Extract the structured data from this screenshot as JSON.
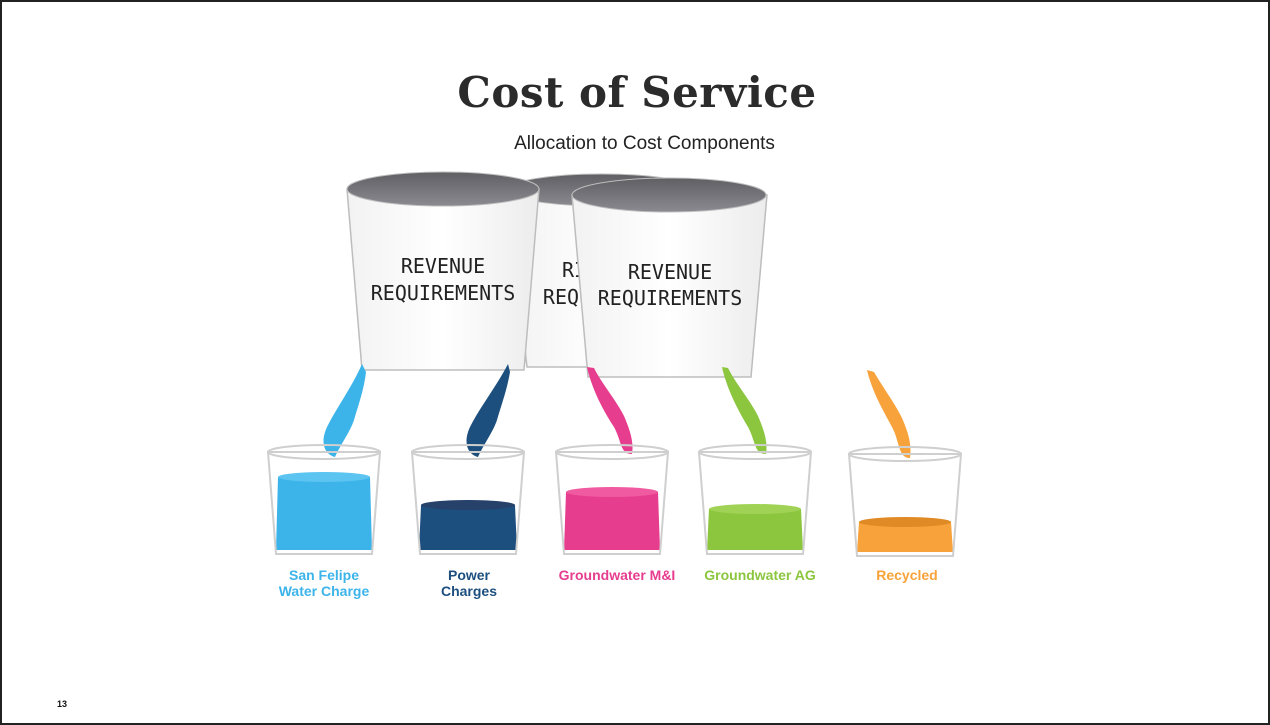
{
  "slide": {
    "title": "Cost of Service",
    "subtitle": "Allocation to Cost Components",
    "page_number": "13"
  },
  "buckets": [
    {
      "line1": "REVENUE",
      "line2": "REQUIREMENTS"
    },
    {
      "line1": "RI",
      "line2": "REQU"
    },
    {
      "line1": "REVENUE",
      "line2": "REQUIREMENTS"
    }
  ],
  "cups": [
    {
      "label_line1": "San Felipe",
      "label_line2": "Water Charge",
      "color": "#3cb4ea"
    },
    {
      "label_line1": "Power",
      "label_line2": "Charges",
      "color": "#1d4f7e"
    },
    {
      "label_line1": "Groundwater M&I",
      "label_line2": "",
      "color": "#e63d8f"
    },
    {
      "label_line1": "Groundwater AG",
      "label_line2": "",
      "color": "#8cc63f"
    },
    {
      "label_line1": "Recycled",
      "label_line2": "",
      "color": "#f7a23a"
    }
  ]
}
